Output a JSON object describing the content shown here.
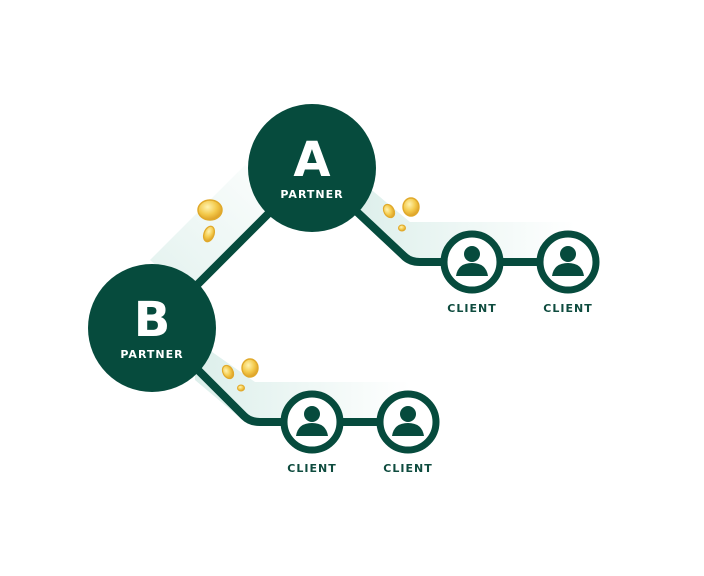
{
  "colors": {
    "primary": "#064b3d",
    "glow": "#d6ece7",
    "coin": "#f3c94a",
    "coin_shade": "#e0a92b",
    "background": "#ffffff"
  },
  "partners": [
    {
      "letter": "A",
      "label": "PARTNER"
    },
    {
      "letter": "B",
      "label": "PARTNER"
    }
  ],
  "clients": {
    "a_group": [
      {
        "label": "CLIENT",
        "icon": "person-icon"
      },
      {
        "label": "CLIENT",
        "icon": "person-icon"
      }
    ],
    "b_group": [
      {
        "label": "CLIENT",
        "icon": "person-icon"
      },
      {
        "label": "CLIENT",
        "icon": "person-icon"
      }
    ]
  },
  "icons": {
    "coin": "coin-icon",
    "client": "person-icon"
  }
}
